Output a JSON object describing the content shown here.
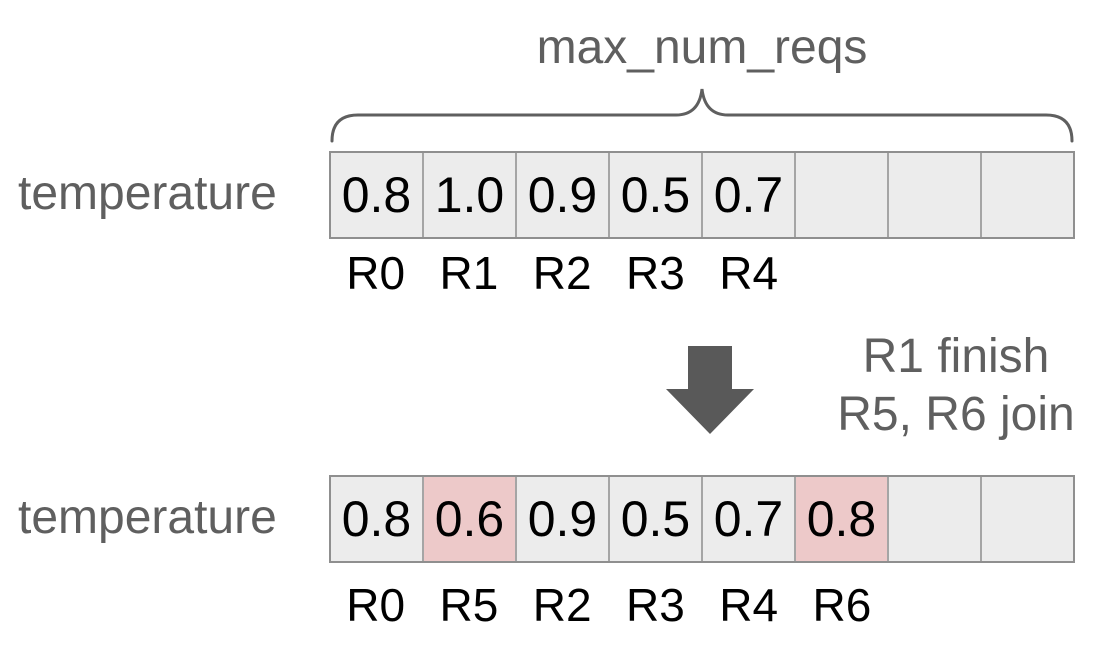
{
  "colors": {
    "label-gray": "#5f5f5f",
    "arrow-gray": "#595959",
    "cell-bg": "#ececec",
    "cell-highlight": "#edc9c9",
    "cell-border": "#a5a5a5",
    "array-border": "#8f8f8f",
    "value-black": "#000000"
  },
  "header": {
    "brace_label": "max_num_reqs"
  },
  "before": {
    "row_label": "temperature",
    "cells": [
      {
        "value": "0.8",
        "highlight": false
      },
      {
        "value": "1.0",
        "highlight": false
      },
      {
        "value": "0.9",
        "highlight": false
      },
      {
        "value": "0.5",
        "highlight": false
      },
      {
        "value": "0.7",
        "highlight": false
      },
      {
        "value": "",
        "highlight": false
      },
      {
        "value": "",
        "highlight": false
      },
      {
        "value": "",
        "highlight": false
      }
    ],
    "request_labels": [
      "R0",
      "R1",
      "R2",
      "R3",
      "R4"
    ]
  },
  "transition": {
    "line1": "R1 finish",
    "line2": "R5, R6 join"
  },
  "after": {
    "row_label": "temperature",
    "cells": [
      {
        "value": "0.8",
        "highlight": false
      },
      {
        "value": "0.6",
        "highlight": true
      },
      {
        "value": "0.9",
        "highlight": false
      },
      {
        "value": "0.5",
        "highlight": false
      },
      {
        "value": "0.7",
        "highlight": false
      },
      {
        "value": "0.8",
        "highlight": true
      },
      {
        "value": "",
        "highlight": false
      },
      {
        "value": "",
        "highlight": false
      }
    ],
    "request_labels": [
      "R0",
      "R5",
      "R2",
      "R3",
      "R4",
      "R6"
    ]
  }
}
